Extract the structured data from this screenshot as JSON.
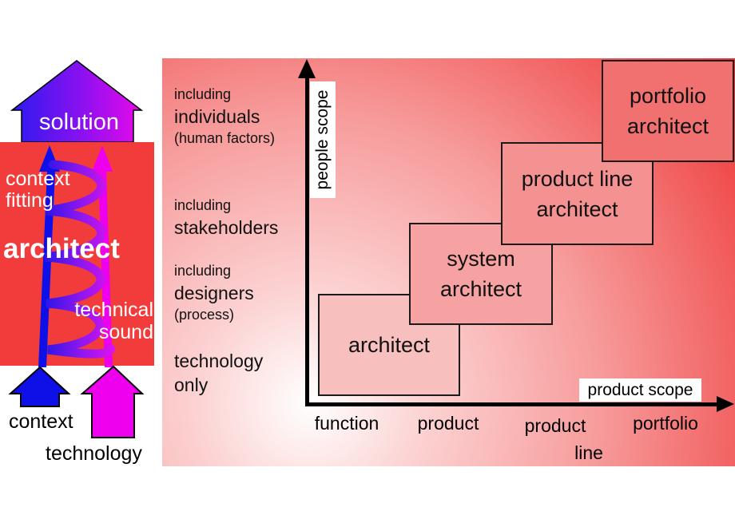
{
  "left_panel": {
    "solution": "solution",
    "context_fitting_line1": "context",
    "context_fitting_line2": "fitting",
    "architect": "architect",
    "technical_line1": "technical",
    "technical_line2": "sound",
    "context_arrow_label": "context",
    "technology_arrow_label": "technology",
    "colors": {
      "block_red": "#f23c3c",
      "context_blue": "#0f0fe8",
      "technology_magenta": "#ee00ee",
      "solution_gradient_start": "#2b1bef",
      "solution_gradient_end": "#e60ae9"
    }
  },
  "chart": {
    "y_axis_label": "people scope",
    "x_axis_label": "product scope",
    "x_ticks": [
      {
        "line1": "function"
      },
      {
        "line1": "product"
      },
      {
        "line1": "product",
        "line2": "line"
      },
      {
        "line1": "portfolio"
      }
    ],
    "annotations": [
      {
        "small1": "including",
        "big": "individuals",
        "small2": "(human factors)"
      },
      {
        "small1": "including",
        "big": "stakeholders"
      },
      {
        "small1": "including",
        "big": "designers",
        "small2": "(process)"
      },
      {
        "big1": "technology",
        "big2": "only"
      }
    ],
    "boxes": [
      {
        "line1": "architect"
      },
      {
        "line1": "system",
        "line2": "architect"
      },
      {
        "line1": "product line",
        "line2": "architect"
      },
      {
        "line1": "portfolio",
        "line2": "architect"
      }
    ],
    "colors": {
      "panel_deep_red": "#ed2626",
      "panel_light": "#ffffff",
      "box_architect": "#f8bfbf",
      "box_system": "#f6a2a2",
      "box_product_line": "#f49292",
      "box_portfolio": "#f17070"
    }
  }
}
